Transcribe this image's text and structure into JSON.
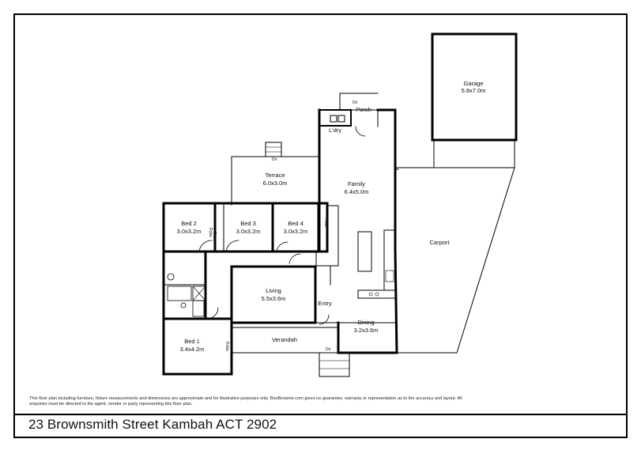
{
  "address": "23 Brownsmith Street Kambah ACT 2902",
  "disclaimer": "This floor plan including furniture, fixture measurements and dimensions are approximate and for illustrative purposes only. BoxBrownie.com gives no guarantee, warranty or representation as to the accuracy and layout. All enquiries must be directed to the agent, vendor or party representing this floor plan.",
  "rooms": {
    "garage": {
      "name": "Garage",
      "size": "5.8x7.0m"
    },
    "porch": {
      "name": "Porch"
    },
    "laundry": {
      "name": "L'dry"
    },
    "terrace": {
      "name": "Terrace",
      "size": "6.0x3.0m"
    },
    "family": {
      "name": "Family",
      "size": "6.4x5.0m"
    },
    "bed2": {
      "name": "Bed 2",
      "size": "3.0x3.2m"
    },
    "bed3": {
      "name": "Bed 3",
      "size": "3.0x3.2m"
    },
    "bed4": {
      "name": "Bed 4",
      "size": "3.0x3.2m"
    },
    "carport": {
      "name": "Carport"
    },
    "living": {
      "name": "Living",
      "size": "5.5x3.6m"
    },
    "entry": {
      "name": "Entry"
    },
    "dining": {
      "name": "Dining",
      "size": "3.2x3.6m"
    },
    "bed1": {
      "name": "Bed 1",
      "size": "3.4x4.2m"
    },
    "verandah": {
      "name": "Verandah"
    }
  },
  "labels": {
    "robe": "Robe",
    "dn": "Dn"
  }
}
